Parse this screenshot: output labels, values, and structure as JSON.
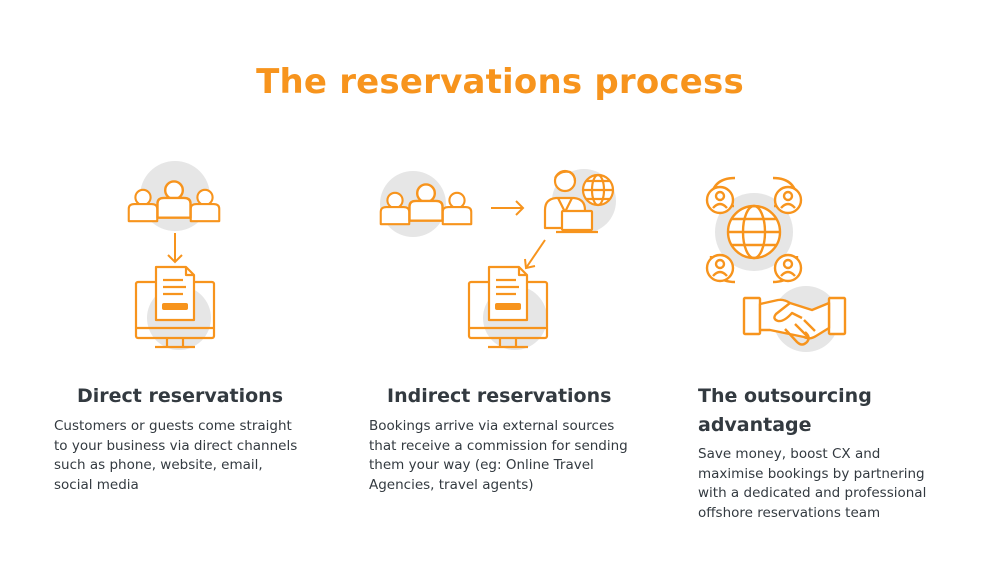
{
  "title": "The reservations process",
  "accent_color": "#f7941d",
  "circle_color": "#e6e6e6",
  "text_color": "#333a40",
  "columns": [
    {
      "heading": "Direct reservations",
      "body": "Customers or guests come straight to your business via direct channels such as phone, website, email, social media",
      "icons": [
        "group-of-people-icon",
        "arrow-down-icon",
        "computer-document-icon"
      ]
    },
    {
      "heading": "Indirect reservations",
      "body": "Bookings arrive via external sources that receive a commission for sending them your way (eg: Online Travel Agencies, travel agents)",
      "icons": [
        "group-of-people-icon",
        "arrow-right-icon",
        "agent-laptop-globe-icon",
        "arrow-down-left-icon",
        "computer-document-icon"
      ]
    },
    {
      "heading": "The outsourcing advantage",
      "body": "Save money, boost CX and maximise bookings by partnering with a dedicated and professional offshore reservations team",
      "icons": [
        "global-network-icon",
        "handshake-icon"
      ]
    }
  ]
}
